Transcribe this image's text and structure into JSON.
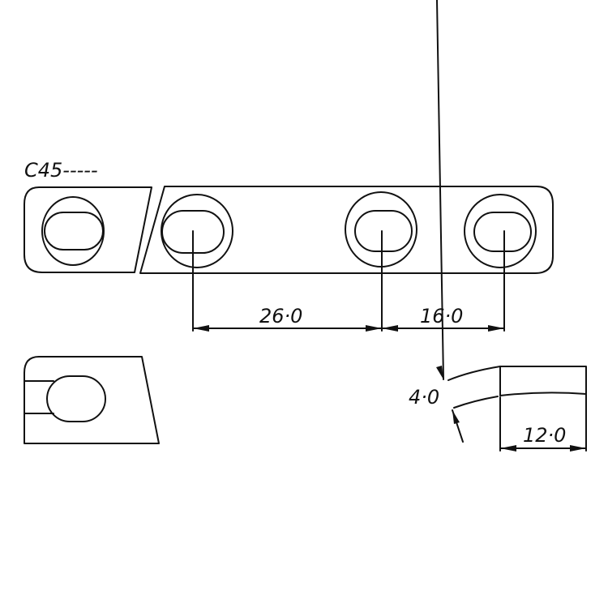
{
  "drawing": {
    "chamfer_label": "C45-----",
    "dimensions": {
      "spacing_1": "26·0",
      "spacing_2": "16·0",
      "thickness": "4·0",
      "width": "12·0"
    }
  }
}
